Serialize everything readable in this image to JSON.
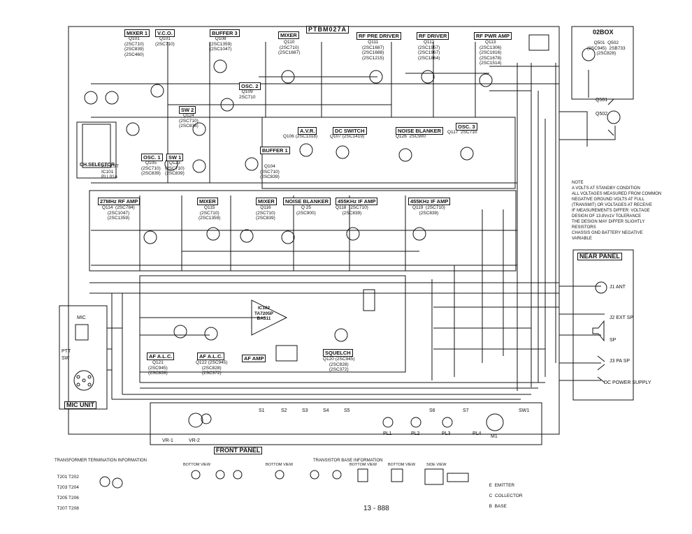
{
  "title": "PTBM027A",
  "sheet_number": "13 - 888",
  "stages": [
    {
      "id": "mixer1",
      "box": "MIXER 1",
      "lines": [
        "Q101",
        "(2SC710)",
        "(2SC839)",
        "(2SC460)"
      ]
    },
    {
      "id": "vco",
      "box": "V.C.O.",
      "lines": [
        "Q101",
        "(2SC710)"
      ]
    },
    {
      "id": "buffer3",
      "box": "BUFFER 3",
      "lines": [
        "Q108",
        "(2SC1359)",
        "(2SC1047)"
      ]
    },
    {
      "id": "mixer_q110",
      "box": "MIXER",
      "lines": [
        "Q110",
        "(2SC710)",
        "(2SC1687)"
      ]
    },
    {
      "id": "rf_pre_driver",
      "box": "RF PRE DRIVER",
      "lines": [
        "Q111",
        "(2SC1687)",
        "(2SC1688)",
        "(2SC1215)"
      ]
    },
    {
      "id": "rf_driver",
      "box": "RF DRIVER",
      "lines": [
        "Q112",
        "(2SC1957)",
        "(2SC1967)",
        "(2SC1864)"
      ]
    },
    {
      "id": "rf_pwr_amp",
      "box": "RF PWR AMP",
      "lines": [
        "Q113",
        "(2SC1306)",
        "(2SC1816)",
        "(2SC1678)",
        "(2SC1514)"
      ]
    },
    {
      "id": "osc2",
      "box": "OSC. 2",
      "lines": [
        "Q109",
        "2SC710"
      ]
    },
    {
      "id": "sw2",
      "box": "SW 2",
      "lines": [
        "Q124",
        "(2SC710)",
        "(2SC838)"
      ]
    },
    {
      "id": "avr",
      "box": "A.V.R.",
      "lines": [
        "Q106 (2SC1318)"
      ]
    },
    {
      "id": "dc_switch",
      "box": "DC SWITCH",
      "lines": [
        "Q107 (2SC1419)"
      ]
    },
    {
      "id": "noise_blanker_top",
      "box": "NOISE BLANKER",
      "lines": [
        "Q126  2SC900"
      ]
    },
    {
      "id": "osc3",
      "box": "OSC. 3",
      "lines": [
        "Q117  2SC710"
      ]
    },
    {
      "id": "osc1",
      "box": "OSC. 1",
      "lines": [
        "Q105",
        "(2SC710)",
        "(2SC839)"
      ]
    },
    {
      "id": "sw1",
      "box": "SW 1",
      "lines": [
        "Q123",
        "(2SC710)",
        "(2SC839)"
      ]
    },
    {
      "id": "buffer1",
      "box": "BUFFER 1",
      "lines": [
        "Q104",
        "(2SC710)",
        "(2SC839)"
      ]
    },
    {
      "id": "rf_amp_27",
      "box": "27MHz RF AMP",
      "lines": [
        "Q114  (2SC784)",
        "(2SC1047)",
        "(2SC1359)"
      ]
    },
    {
      "id": "mixer_q115",
      "box": "MIXER",
      "lines": [
        "Q115",
        "(2SC710)",
        "(2SC1359)"
      ]
    },
    {
      "id": "mixer_q116",
      "box": "MIXER",
      "lines": [
        "Q116",
        "(2SC710)",
        "(2SC839)"
      ]
    },
    {
      "id": "noise_blanker_mid",
      "box": "NOISE BLANKER",
      "lines": [
        "Q 25",
        "(2SC900)"
      ]
    },
    {
      "id": "if_455_1",
      "box": "455KHz IF AMP",
      "lines": [
        "Q118  (2SC710)",
        "(2SC839)"
      ]
    },
    {
      "id": "if_455_2",
      "box": "455KHz IF AMP",
      "lines": [
        "Q119  (2SC710)",
        "(2SC839)"
      ]
    },
    {
      "id": "af_alc1",
      "box": "AF A.L.C.",
      "lines": [
        "Q121",
        "(2SC945)",
        "(2SC828)"
      ]
    },
    {
      "id": "af_alc2",
      "box": "AF A.L.C.",
      "lines": [
        "Q122 (2SC945)",
        "(2SC828)",
        "(2SC372)"
      ]
    },
    {
      "id": "af_amp",
      "box": "AF AMP",
      "lines": []
    },
    {
      "id": "squelch",
      "box": "SQUELCH",
      "lines": [
        "Q120 (2SC945)",
        "(2SC828)",
        "(2SC372)"
      ]
    }
  ],
  "pll": {
    "label": "CH.SELECTOR",
    "ic_lines": [
      "PLL LST",
      "IC101",
      "PLL01A"
    ]
  },
  "ic102": {
    "lines": [
      "IC102",
      "TA7205P",
      "BA511"
    ]
  },
  "booster": {
    "box": "02BOX",
    "lines": [
      "Q501  Q502",
      "(2SC945)  2SB733",
      "(2SC828)"
    ],
    "q_labels": [
      "Q501",
      "Q502"
    ]
  },
  "mic_unit": {
    "title": "MIC",
    "box": "MIC UNIT",
    "items": [
      "PTT",
      "SW"
    ]
  },
  "rear_panel": {
    "title": "NEAR PANEL",
    "items": [
      "J1 ANT",
      "J2 EXT SP",
      "SP",
      "J3 PA SP",
      "DC POWER SUPPLY"
    ]
  },
  "front_panel": {
    "title": "FRONT PANEL",
    "items": [
      "VR-1",
      "VR-2",
      "S1",
      "S2",
      "S3",
      "S4",
      "S5",
      "S6",
      "S7",
      "PL1",
      "PL2",
      "PL3",
      "PL4",
      "M1",
      "SW1"
    ]
  },
  "note": {
    "lines": [
      "NOTE",
      "A VOLTS AT STANDBY CONDITION",
      "ALL VOLTAGES MEASURED FROM COMMON",
      "NEGATIVE GROUND VOLTS AT FULL",
      "(TRANSMIT) OR VOLTAGES AT RECEIVE",
      "IF MEASUREMENTS DIFFER: VOLTAGE",
      "DESIGN OF 13.8V±1V TOLERANCE",
      "THE DESIGN MAY DIFFER SLIGHTLY",
      "RESISTORS",
      "CHASSIS GND  BATTERY NEGATIVE",
      "VARIABLE"
    ]
  },
  "footer": {
    "transformer_title": "TRANSFORMER TERMINATION INFORMATION",
    "transformer_labels": [
      "T201",
      "T202",
      "T203",
      "T204",
      "T205",
      "T206",
      "T207",
      "T208"
    ],
    "transistor_title": "TRANSISTOR BASE INFORMATION",
    "views": [
      "BOTTOM VIEW",
      "BOTTOM VIEW",
      "BOTTOM VIEW",
      "BOTTOM VIEW",
      "SIDE VIEW"
    ],
    "pin_legend": [
      "E  EMITTER",
      "C  COLLECTOR",
      "B  BASE"
    ]
  },
  "colors": {
    "ink": "#111111",
    "paper": "#ffffff"
  }
}
